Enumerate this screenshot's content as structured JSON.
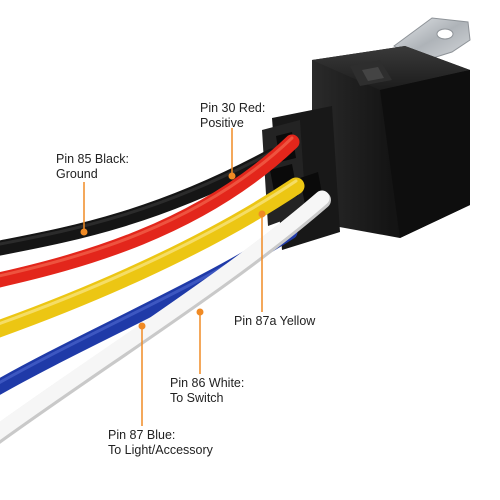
{
  "colors": {
    "background": "#ffffff",
    "relay_body": "#1a1a1a",
    "bracket": "#c8ccd0",
    "wire_black": "#151515",
    "wire_red": "#e3261b",
    "wire_yellow": "#ecc613",
    "wire_blue": "#1f3aa8",
    "wire_white": "#f6f6f6",
    "callout_line": "#f08a24"
  },
  "labels": {
    "pin30": {
      "line1": "Pin 30 Red:",
      "line2": "Positive"
    },
    "pin85": {
      "line1": "Pin 85 Black:",
      "line2": "Ground"
    },
    "pin87a": {
      "line1": "Pin 87a Yellow"
    },
    "pin86": {
      "line1": "Pin 86 White:",
      "line2": "To Switch"
    },
    "pin87": {
      "line1": "Pin 87 Blue:",
      "line2": "To Light/Accessory"
    }
  }
}
